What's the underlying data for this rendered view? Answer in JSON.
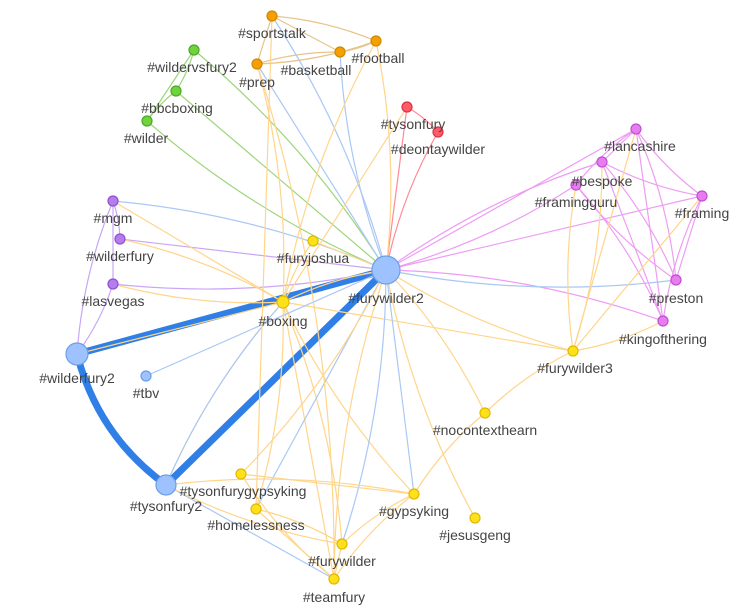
{
  "colors": {
    "orange": "#f5a000",
    "green": "#6fd43a",
    "red": "#ff5a6a",
    "purple": "#b57cf0",
    "pink": "#e67cf0",
    "yellow": "#ffe11a",
    "blue": "#9ec2ff",
    "thick": "#2f7fe6",
    "edge_yellow": "#ffd58a",
    "edge_blue": "#a9c8f5"
  },
  "nodes": [
    {
      "id": "sportstalk",
      "label": "#sportstalk",
      "group": "orange"
    },
    {
      "id": "football",
      "label": "#football",
      "group": "orange"
    },
    {
      "id": "basketball",
      "label": "#basketball",
      "group": "orange"
    },
    {
      "id": "prep",
      "label": "#prep",
      "group": "orange"
    },
    {
      "id": "wildervsfury2",
      "label": "#wildervsfury2",
      "group": "green"
    },
    {
      "id": "bbcboxing",
      "label": "#bbcboxing",
      "group": "green"
    },
    {
      "id": "wilder",
      "label": "#wilder",
      "group": "green"
    },
    {
      "id": "tysonfury",
      "label": "#tysonfury",
      "group": "red"
    },
    {
      "id": "deontaywilder",
      "label": "#deontaywilder",
      "group": "red"
    },
    {
      "id": "lancashire",
      "label": "#lancashire",
      "group": "pink"
    },
    {
      "id": "bespoke",
      "label": "#bespoke",
      "group": "pink"
    },
    {
      "id": "framingguru",
      "label": "#framingguru",
      "group": "pink"
    },
    {
      "id": "framing",
      "label": "#framing",
      "group": "pink"
    },
    {
      "id": "preston",
      "label": "#preston",
      "group": "pink"
    },
    {
      "id": "kingofthering",
      "label": "#kingofthering",
      "group": "pink"
    },
    {
      "id": "furywilder3",
      "label": "#furywilder3",
      "group": "yellow"
    },
    {
      "id": "mgm",
      "label": "#mgm",
      "group": "purple"
    },
    {
      "id": "wilderfury",
      "label": "#wilderfury",
      "group": "purple"
    },
    {
      "id": "lasvegas",
      "label": "#lasvegas",
      "group": "purple"
    },
    {
      "id": "furyjoshua",
      "label": "#furyjoshua",
      "group": "yellow"
    },
    {
      "id": "furywilder2",
      "label": "#furywilder2",
      "group": "blue"
    },
    {
      "id": "boxing",
      "label": "#boxing",
      "group": "yellow"
    },
    {
      "id": "wilderfury2",
      "label": "#wilderfury2",
      "group": "blue"
    },
    {
      "id": "tbv",
      "label": "#tbv",
      "group": "blue"
    },
    {
      "id": "nocontexthearn",
      "label": "#nocontexthearn",
      "group": "yellow"
    },
    {
      "id": "tysonfury2",
      "label": "#tysonfury2",
      "group": "blue"
    },
    {
      "id": "tysonfurygypsyking",
      "label": "#tysonfurygypsyking",
      "group": "yellow"
    },
    {
      "id": "homelessness",
      "label": "#homelessness",
      "group": "yellow"
    },
    {
      "id": "gypsyking",
      "label": "#gypsyking",
      "group": "yellow"
    },
    {
      "id": "jesusgeng",
      "label": "#jesusgeng",
      "group": "yellow"
    },
    {
      "id": "furywilder",
      "label": "#furywilder",
      "group": "yellow"
    },
    {
      "id": "teamfury",
      "label": "#teamfury",
      "group": "yellow"
    }
  ],
  "edges": [
    [
      "wilderfury2",
      "furywilder2",
      "thick"
    ],
    [
      "furywilder2",
      "tysonfury2",
      "thick"
    ],
    [
      "wilderfury2",
      "tysonfury2",
      "thick"
    ],
    [
      "sportstalk",
      "football",
      "orange"
    ],
    [
      "sportstalk",
      "basketball",
      "orange"
    ],
    [
      "prep",
      "football",
      "orange"
    ],
    [
      "prep",
      "basketball",
      "orange"
    ],
    [
      "sportstalk",
      "prep",
      "orange"
    ],
    [
      "basketball",
      "football",
      "orange"
    ],
    [
      "wildervsfury2",
      "bbcboxing",
      "green"
    ],
    [
      "wildervsfury2",
      "wilder",
      "green"
    ],
    [
      "bbcboxing",
      "wilder",
      "green"
    ],
    [
      "wildervsfury2",
      "furywilder2",
      "green"
    ],
    [
      "bbcboxing",
      "furywilder2",
      "green"
    ],
    [
      "wilder",
      "furywilder2",
      "green"
    ],
    [
      "tysonfury",
      "deontaywilder",
      "red"
    ],
    [
      "tysonfury",
      "furywilder2",
      "red"
    ],
    [
      "deontaywilder",
      "furywilder2",
      "red"
    ],
    [
      "sportstalk",
      "furywilder2",
      "edge_blue"
    ],
    [
      "prep",
      "furywilder2",
      "edge_blue"
    ],
    [
      "basketball",
      "furywilder2",
      "edge_blue"
    ],
    [
      "football",
      "furywilder2",
      "edge_yellow"
    ],
    [
      "lancashire",
      "furywilder2",
      "pink"
    ],
    [
      "bespoke",
      "furywilder2",
      "pink"
    ],
    [
      "framingguru",
      "furywilder2",
      "pink"
    ],
    [
      "framing",
      "furywilder2",
      "pink"
    ],
    [
      "kingofthering",
      "furywilder2",
      "pink"
    ],
    [
      "preston",
      "furywilder2",
      "edge_blue"
    ],
    [
      "lancashire",
      "bespoke",
      "pink"
    ],
    [
      "lancashire",
      "framing",
      "pink"
    ],
    [
      "lancashire",
      "preston",
      "pink"
    ],
    [
      "lancashire",
      "kingofthering",
      "pink"
    ],
    [
      "bespoke",
      "framing",
      "pink"
    ],
    [
      "bespoke",
      "preston",
      "pink"
    ],
    [
      "bespoke",
      "kingofthering",
      "pink"
    ],
    [
      "framingguru",
      "preston",
      "pink"
    ],
    [
      "framingguru",
      "kingofthering",
      "pink"
    ],
    [
      "framing",
      "preston",
      "pink"
    ],
    [
      "framing",
      "kingofthering",
      "pink"
    ],
    [
      "framingguru",
      "lancashire",
      "pink"
    ],
    [
      "furywilder3",
      "lancashire",
      "edge_yellow"
    ],
    [
      "furywilder3",
      "bespoke",
      "edge_yellow"
    ],
    [
      "furywilder3",
      "framingguru",
      "edge_yellow"
    ],
    [
      "furywilder3",
      "framing",
      "edge_yellow"
    ],
    [
      "furywilder3",
      "kingofthering",
      "edge_yellow"
    ],
    [
      "furywilder3",
      "furywilder2",
      "edge_yellow"
    ],
    [
      "furywilder3",
      "boxing",
      "edge_yellow"
    ],
    [
      "furywilder3",
      "nocontexthearn",
      "edge_yellow"
    ],
    [
      "mgm",
      "furywilder2",
      "edge_blue"
    ],
    [
      "wilderfury",
      "furywilder2",
      "purple"
    ],
    [
      "lasvegas",
      "furywilder2",
      "purple"
    ],
    [
      "mgm",
      "wilderfury",
      "purple"
    ],
    [
      "mgm",
      "lasvegas",
      "purple"
    ],
    [
      "mgm",
      "wilderfury2",
      "purple"
    ],
    [
      "lasvegas",
      "wilderfury2",
      "purple"
    ],
    [
      "furyjoshua",
      "furywilder2",
      "edge_yellow"
    ],
    [
      "furyjoshua",
      "boxing",
      "edge_yellow"
    ],
    [
      "boxing",
      "furywilder2",
      "edge_yellow"
    ],
    [
      "boxing",
      "mgm",
      "edge_yellow"
    ],
    [
      "boxing",
      "wilderfury",
      "edge_yellow"
    ],
    [
      "boxing",
      "lasvegas",
      "edge_yellow"
    ],
    [
      "boxing",
      "wilderfury2",
      "edge_yellow"
    ],
    [
      "boxing",
      "prep",
      "edge_yellow"
    ],
    [
      "boxing",
      "football",
      "edge_yellow"
    ],
    [
      "boxing",
      "tysonfury",
      "edge_yellow"
    ],
    [
      "boxing",
      "gypsyking",
      "edge_yellow"
    ],
    [
      "boxing",
      "furywilder",
      "edge_yellow"
    ],
    [
      "boxing",
      "teamfury",
      "edge_yellow"
    ],
    [
      "boxing",
      "tysonfury2",
      "edge_yellow"
    ],
    [
      "boxing",
      "homelessness",
      "edge_yellow"
    ],
    [
      "tbv",
      "furywilder2",
      "edge_blue"
    ],
    [
      "nocontexthearn",
      "furywilder2",
      "edge_yellow"
    ],
    [
      "jesusgeng",
      "furywilder2",
      "edge_yellow"
    ],
    [
      "gypsyking",
      "furywilder2",
      "edge_blue"
    ],
    [
      "furywilder",
      "furywilder2",
      "edge_blue"
    ],
    [
      "teamfury",
      "furywilder2",
      "edge_yellow"
    ],
    [
      "homelessness",
      "furywilder2",
      "edge_blue"
    ],
    [
      "tysonfurygypsyking",
      "furywilder2",
      "edge_yellow"
    ],
    [
      "tysonfury2",
      "gypsyking",
      "edge_yellow"
    ],
    [
      "tysonfury2",
      "teamfury",
      "edge_blue"
    ],
    [
      "tysonfury2",
      "furywilder",
      "edge_yellow"
    ],
    [
      "tysonfury2",
      "boxing",
      "edge_blue"
    ],
    [
      "tysonfurygypsyking",
      "gypsyking",
      "edge_yellow"
    ],
    [
      "tysonfurygypsyking",
      "teamfury",
      "edge_yellow"
    ],
    [
      "homelessness",
      "furywilder",
      "edge_yellow"
    ],
    [
      "homelessness",
      "teamfury",
      "edge_yellow"
    ],
    [
      "gypsyking",
      "furywilder",
      "edge_yellow"
    ],
    [
      "gypsyking",
      "nocontexthearn",
      "edge_yellow"
    ],
    [
      "furywilder",
      "teamfury",
      "edge_yellow"
    ],
    [
      "gypsyking",
      "teamfury",
      "edge_yellow"
    ],
    [
      "prep",
      "teamfury",
      "edge_yellow"
    ],
    [
      "sportstalk",
      "homelessness",
      "edge_yellow"
    ]
  ]
}
